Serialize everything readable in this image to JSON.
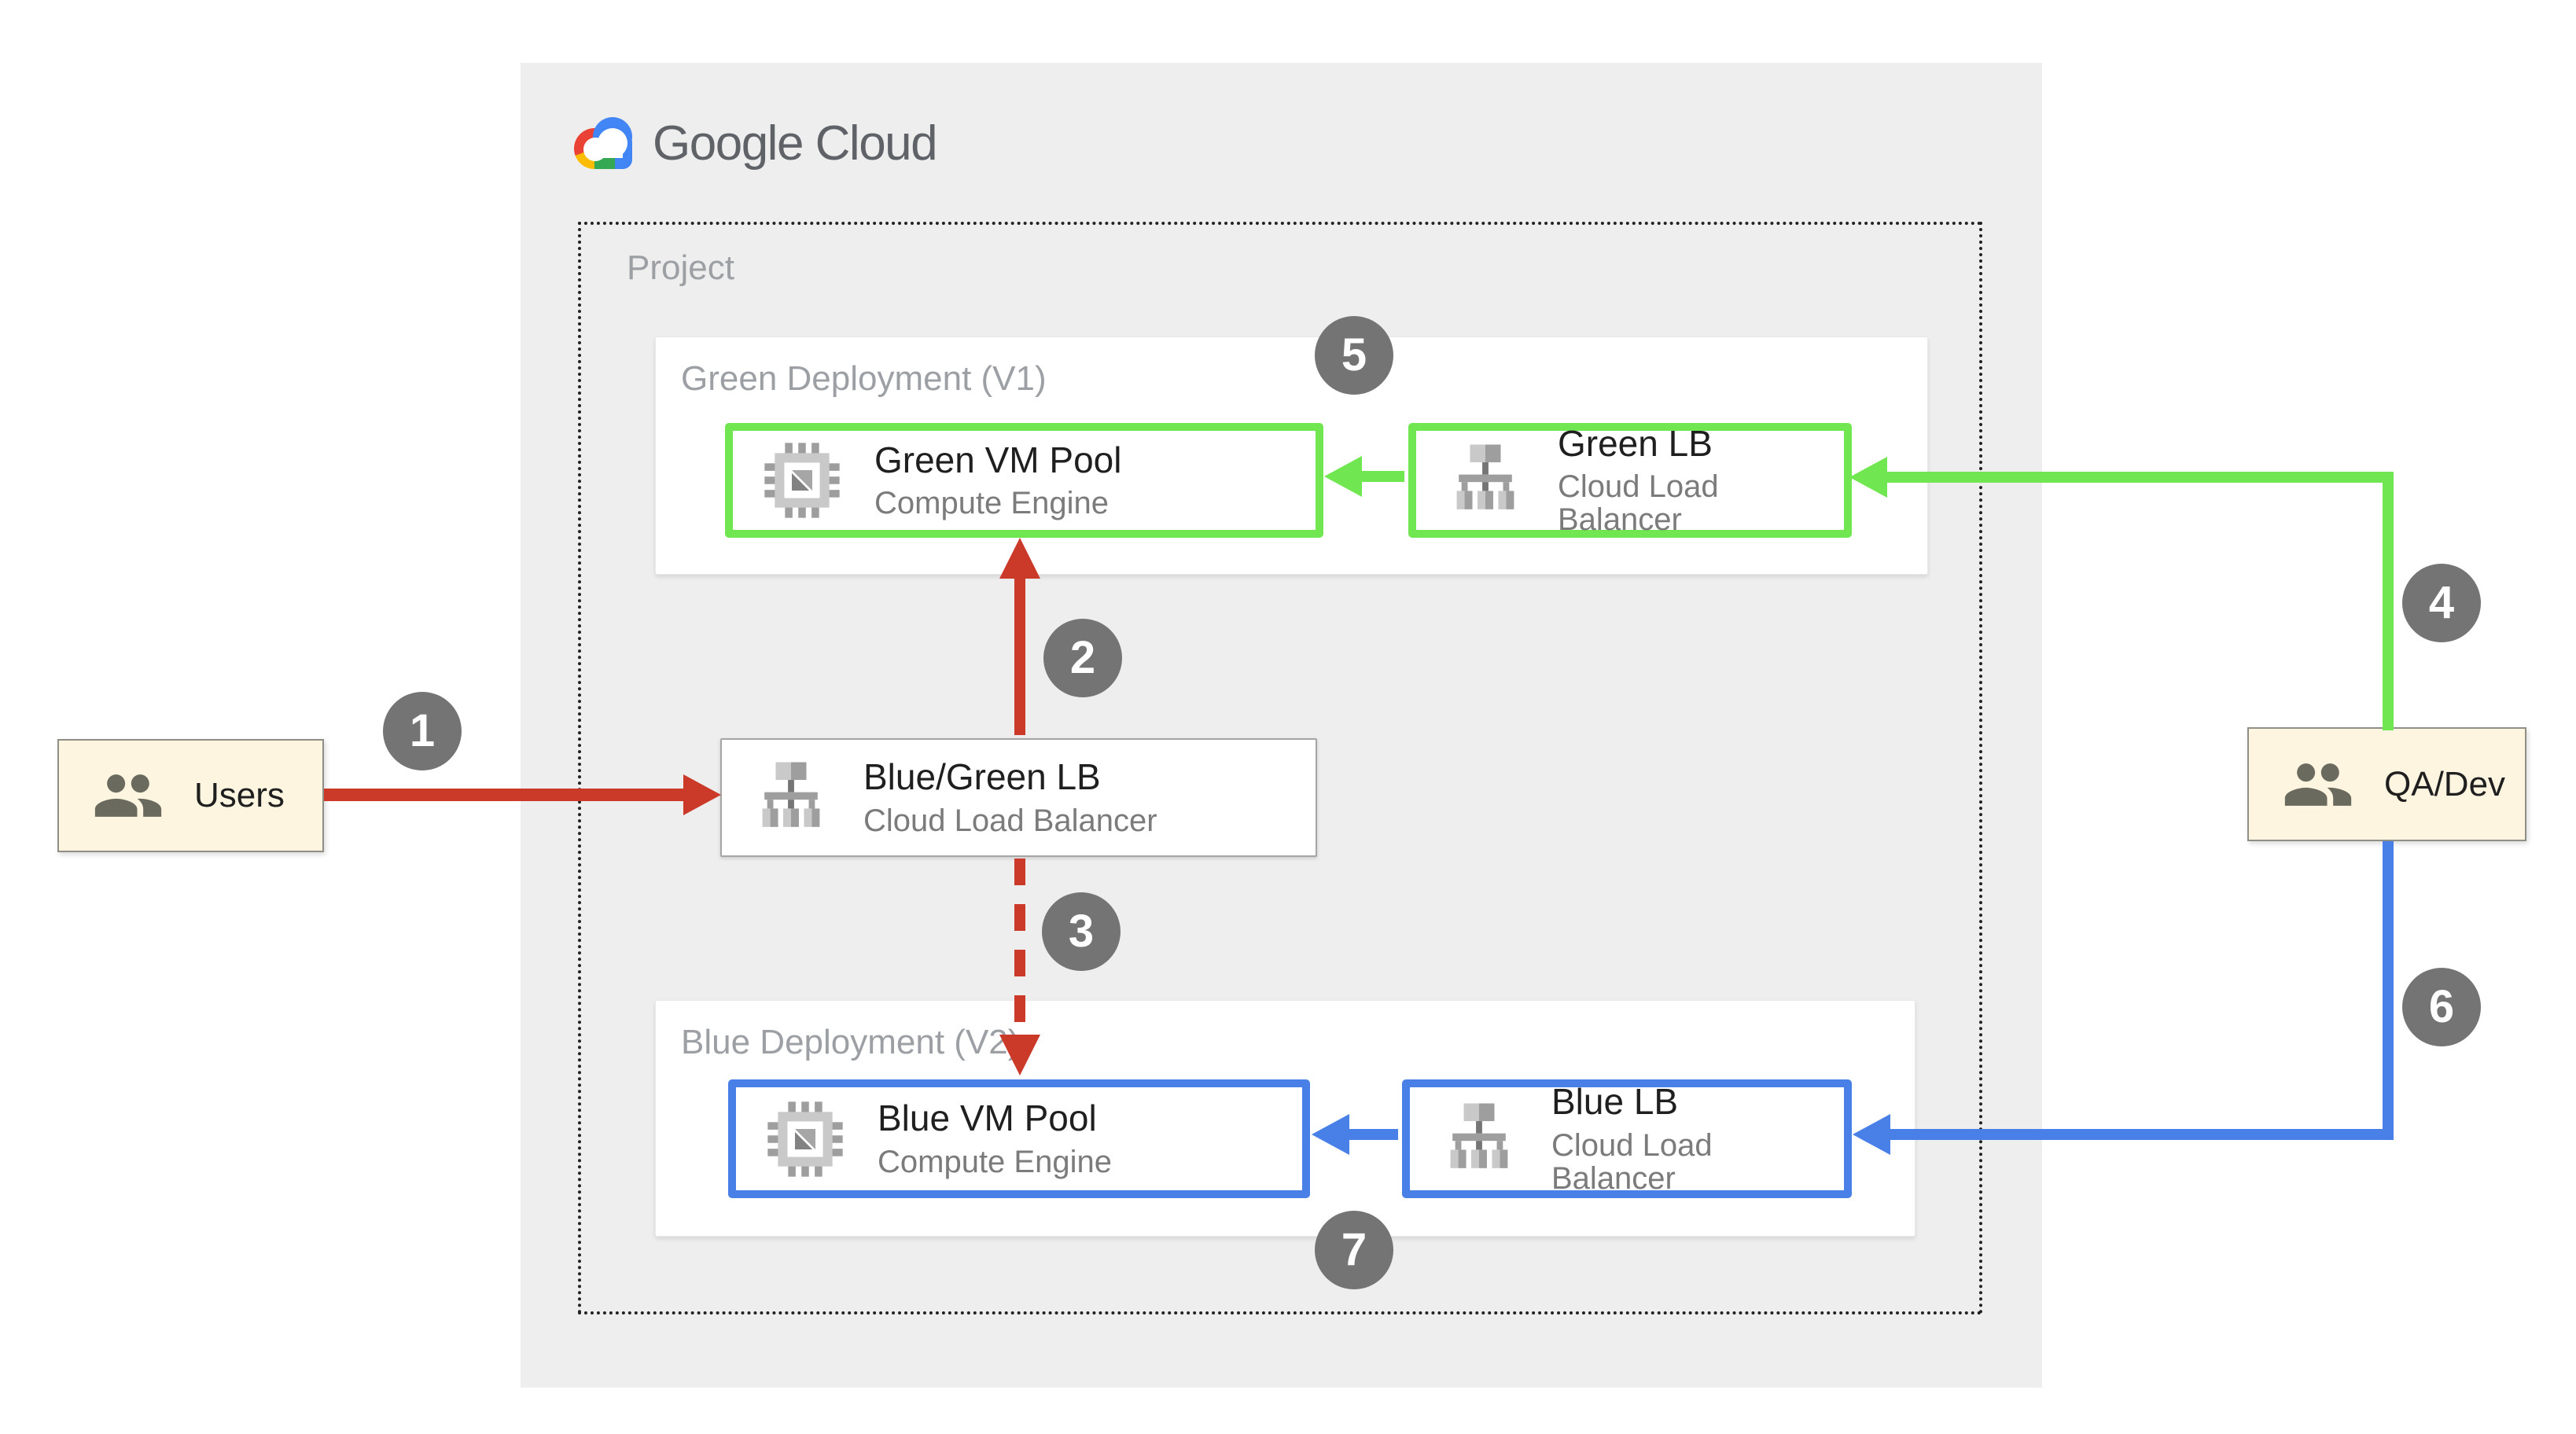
{
  "brand": {
    "wordmark": "Google Cloud"
  },
  "project": {
    "label": "Project"
  },
  "actors": {
    "users": {
      "label": "Users"
    },
    "qa_dev": {
      "label": "QA/Dev"
    }
  },
  "router": {
    "name": "Blue/Green LB",
    "service": "Cloud Load Balancer"
  },
  "deployments": {
    "green": {
      "title": "Green Deployment (V1)",
      "vm_pool": {
        "name": "Green VM Pool",
        "service": "Compute Engine"
      },
      "lb": {
        "name": "Green LB",
        "service": "Cloud Load Balancer"
      }
    },
    "blue": {
      "title": "Blue Deployment (V2)",
      "vm_pool": {
        "name": "Blue VM Pool",
        "service": "Compute Engine"
      },
      "lb": {
        "name": "Blue LB",
        "service": "Cloud Load Balancer"
      }
    }
  },
  "step_labels": [
    "1",
    "2",
    "3",
    "4",
    "5",
    "6",
    "7"
  ],
  "colors": {
    "arrow_green": "#70E751",
    "arrow_blue": "#4880E8",
    "arrow_red": "#CB3A28",
    "badge_gray": "#747474",
    "panel_bg": "#EEEEEE",
    "actor_bg": "#FDF5E0",
    "logo_red": "#EA4335",
    "logo_yellow": "#FBBC04",
    "logo_green": "#34A853",
    "logo_blue": "#4285F4"
  }
}
